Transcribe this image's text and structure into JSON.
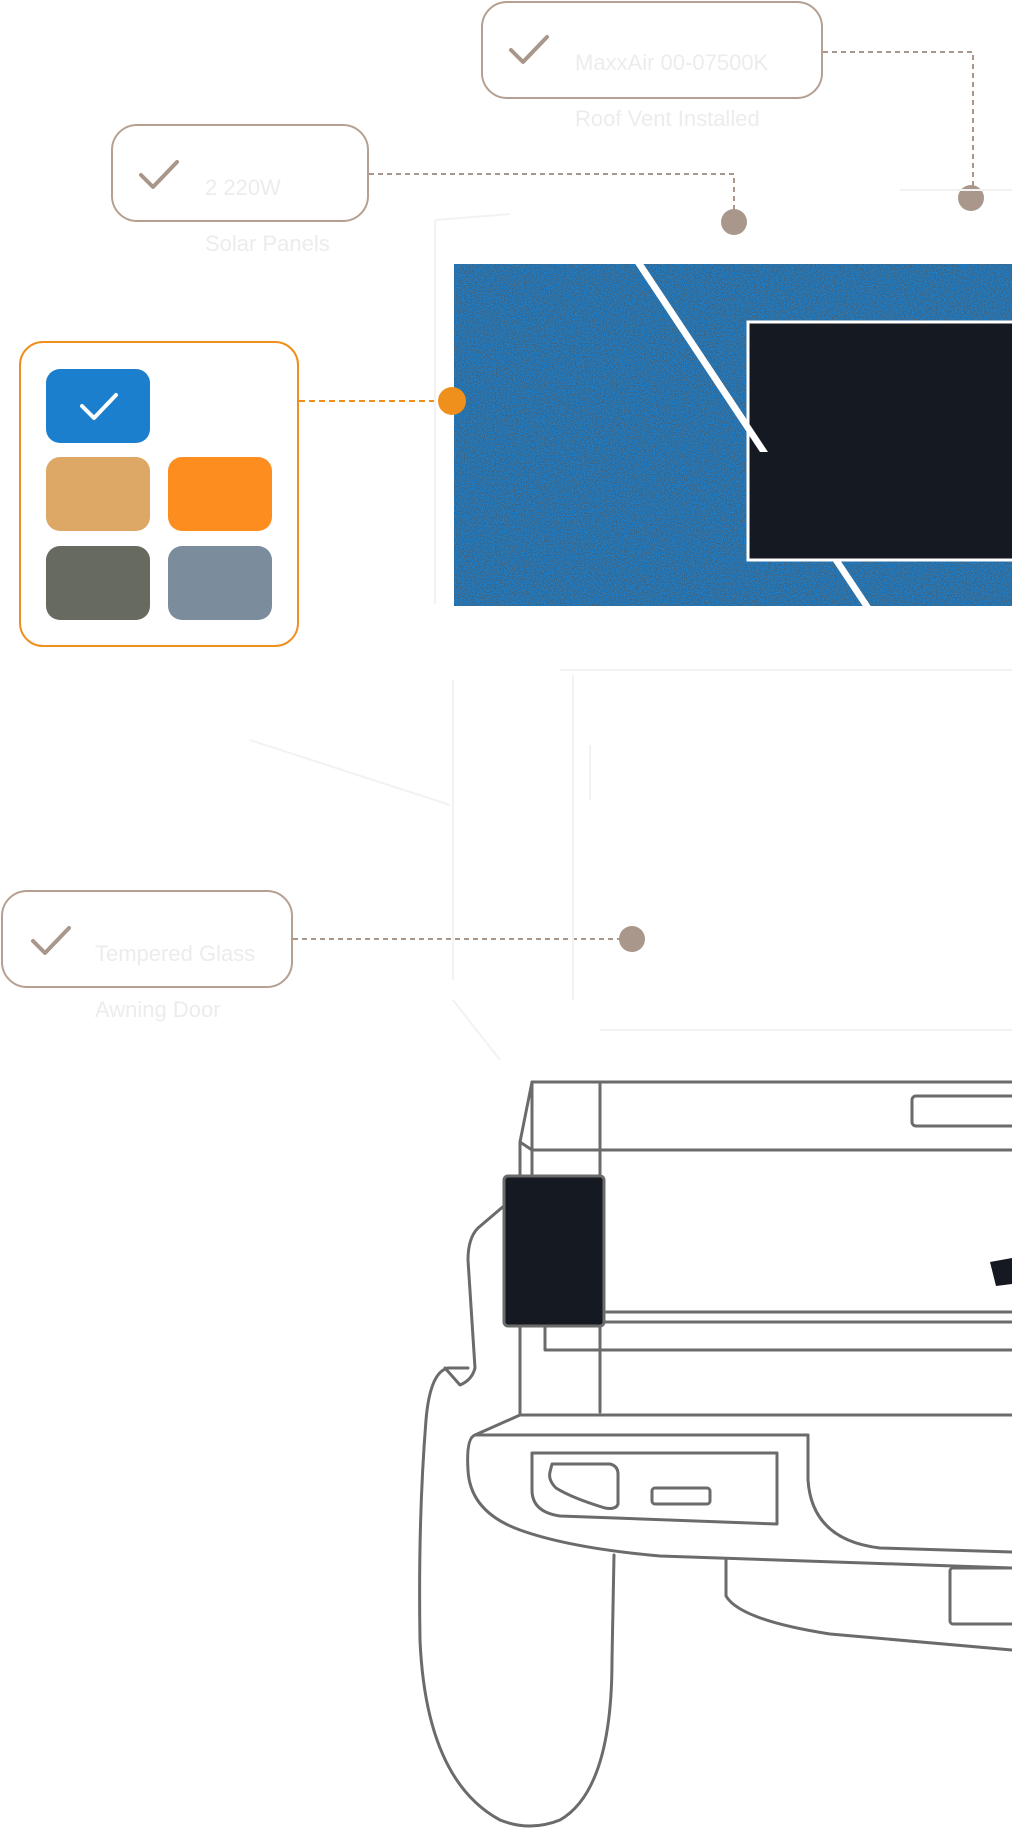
{
  "callouts": {
    "roof_vent": {
      "line1": "MaxxAir 00-07500K",
      "line2": "Roof Vent Installed",
      "icon": "check-icon"
    },
    "solar": {
      "line1": "2 220W",
      "line2": "Solar Panels",
      "icon": "check-icon"
    },
    "awning": {
      "line1": "Tempered Glass",
      "line2": "Awning Door",
      "icon": "check-icon"
    }
  },
  "color_picker": {
    "selected": "blue",
    "swatches": [
      {
        "name": "blue",
        "color": "#1b7fcd",
        "selected": true
      },
      {
        "name": "tan",
        "color": "#dda866",
        "selected": false
      },
      {
        "name": "orange",
        "color": "#fd8d1f",
        "selected": false
      },
      {
        "name": "olive-gray",
        "color": "#676a5f",
        "selected": false
      },
      {
        "name": "slate-blue",
        "color": "#7b8d9d",
        "selected": false
      }
    ]
  },
  "colors": {
    "accent_orange": "#f0901c",
    "callout_border": "#b5a091",
    "check_color": "#a8978a",
    "camper_blue": "#1b7fcd",
    "window_dark": "#151a22",
    "outline": "#6b6b6b"
  }
}
